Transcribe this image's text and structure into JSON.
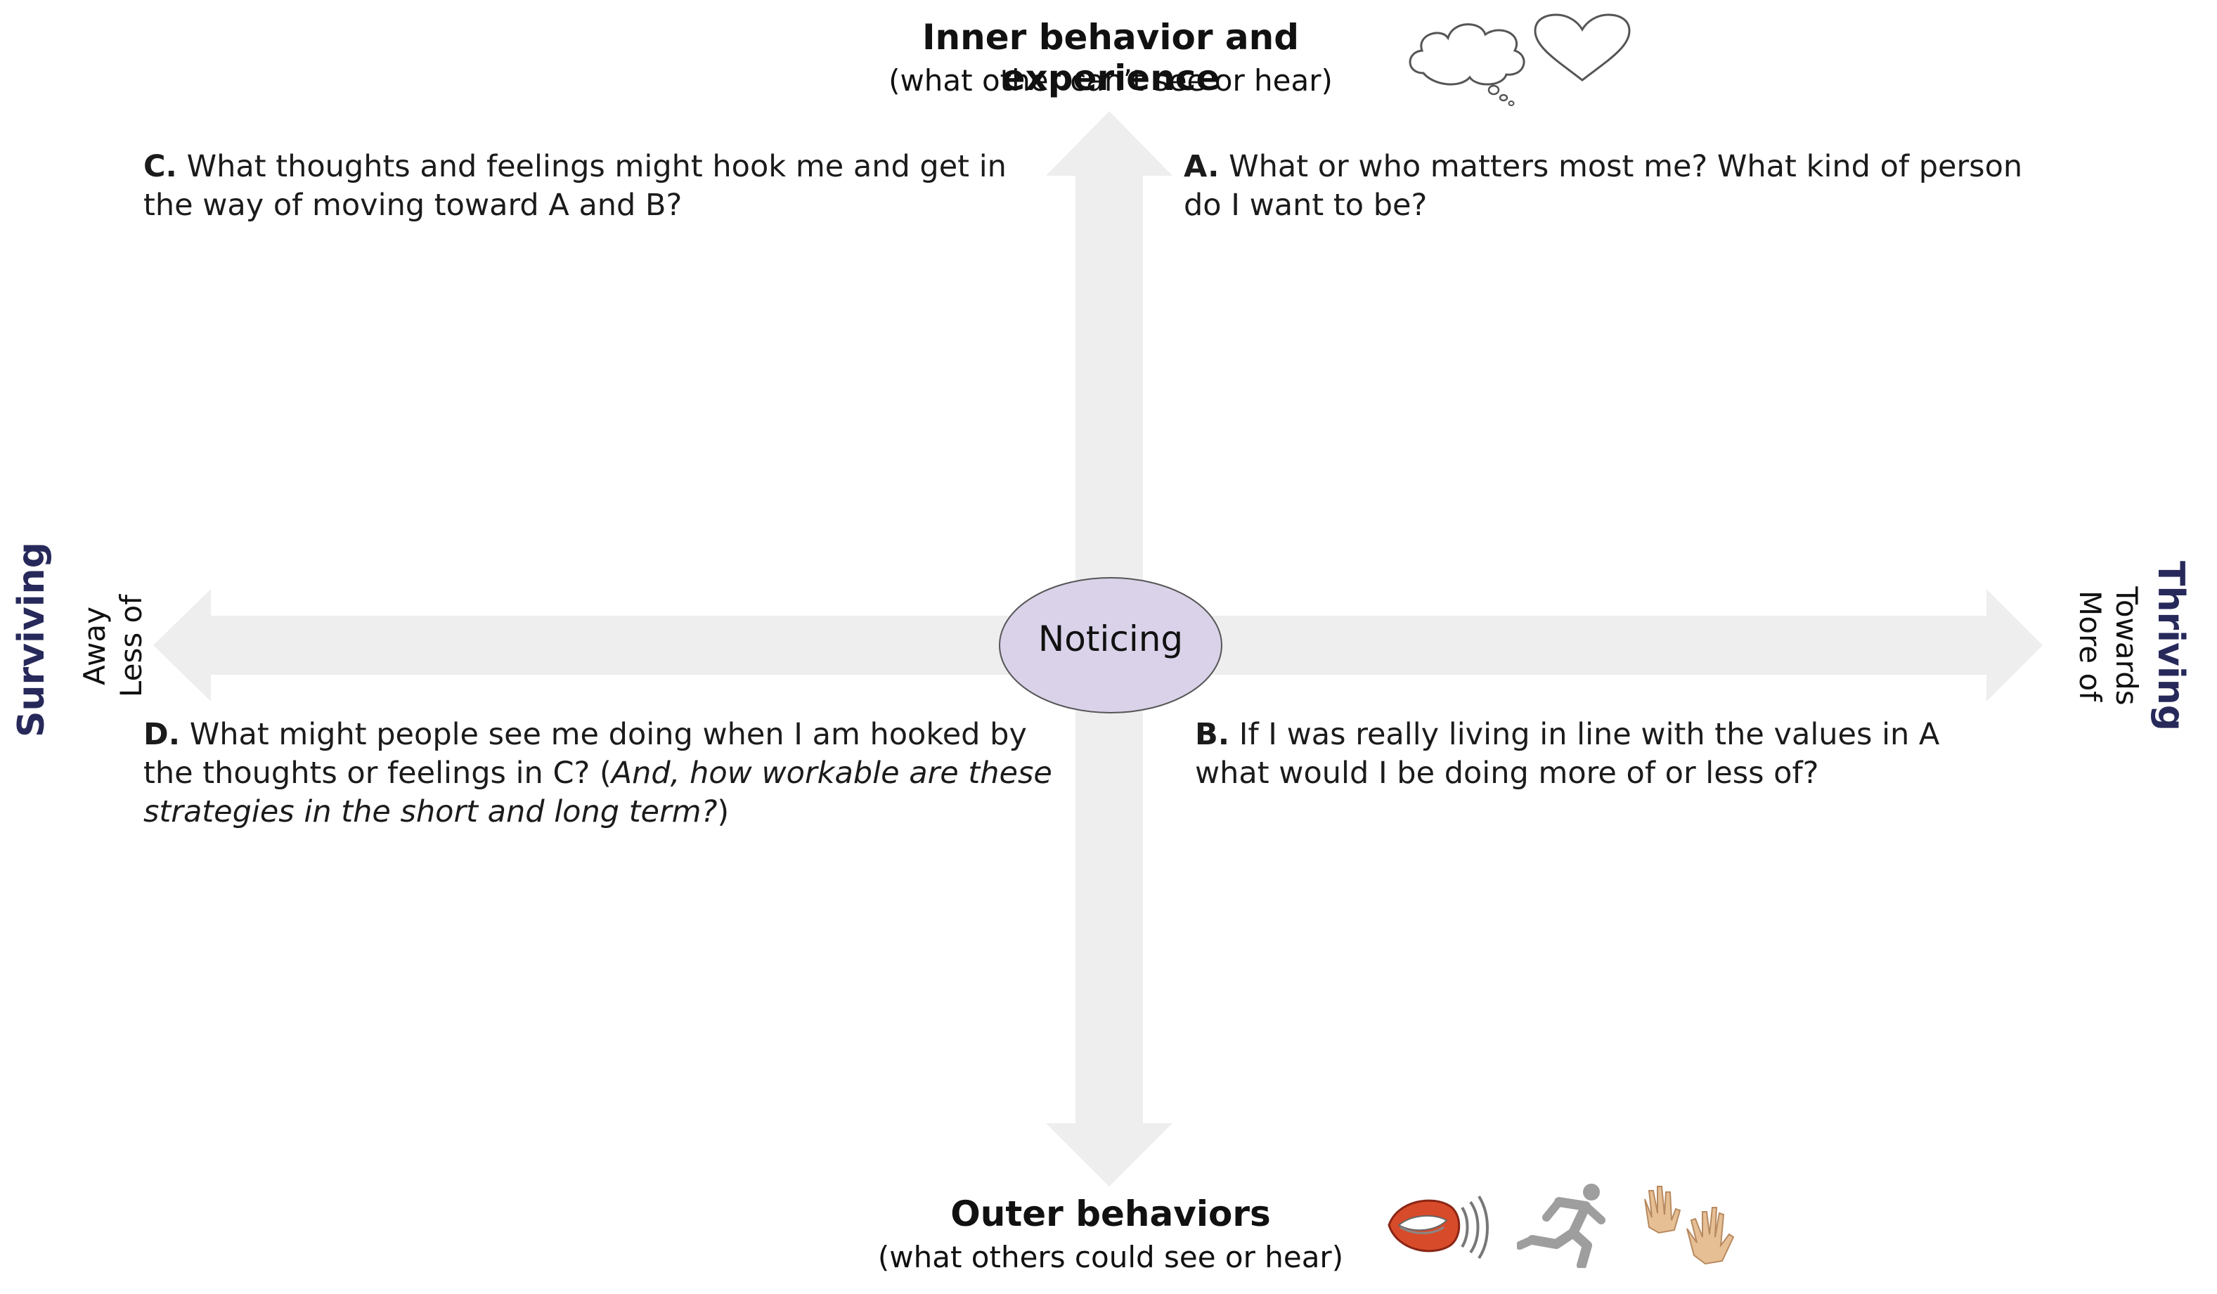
{
  "top": {
    "title": "Inner behavior and experience",
    "subtitle": "(what other can’t see or hear)"
  },
  "bottom": {
    "title": "Outer behaviors",
    "subtitle": "(what others could see or hear)"
  },
  "center": {
    "label": "Noticing"
  },
  "left": {
    "big": "Surviving",
    "line1": "Away",
    "line2": "Less of"
  },
  "right": {
    "big": "Thriving",
    "line1": "Towards",
    "line2": "More of"
  },
  "quadrants": {
    "a": {
      "letter": "A.",
      "text": " What or who matters most me? What kind of person do I want to be?"
    },
    "b": {
      "letter": "B.",
      "text": " If I was really living in line with the values in A what would I be doing more of or less of?"
    },
    "c": {
      "letter": "C.",
      "text": " What thoughts and feelings might hook me and get in the way of moving toward A and B?"
    },
    "d": {
      "letter": "D.",
      "text": " What might people see me doing when I am hooked by the thoughts or feelings in C? (",
      "italic": "And, how workable are these strategies in the short and long term?",
      "close": ")"
    }
  },
  "icons": [
    "thought-cloud-icon",
    "heart-icon",
    "mouth-speaking-icon",
    "running-person-icon",
    "hands-icon"
  ],
  "colors": {
    "arrow": "#eeeeee",
    "ellipse_fill": "#d9d2e9",
    "ellipse_stroke": "#555555",
    "side_label": "#27295a"
  }
}
